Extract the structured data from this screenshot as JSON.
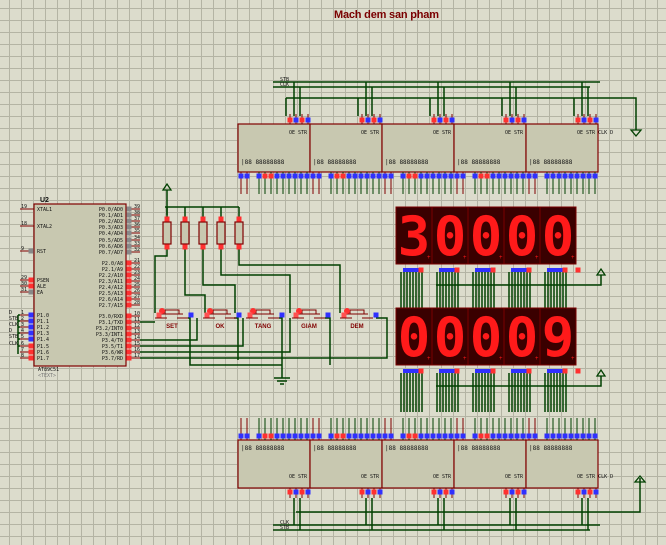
{
  "title": "Mach dem san pham",
  "colors": {
    "background": "#dcdccc",
    "grid": "#b4b4a4",
    "wire": "#004000",
    "component_border": "#800000",
    "component_fill": "#c8c8b0",
    "pin_high": "#ff3030",
    "pin_low": "#3030ff",
    "display_bg": "#3a0000",
    "segment_on": "#ff1a1a",
    "title": "#7a0000"
  },
  "mcu": {
    "ref": "U2",
    "part": "AT89C51",
    "text_placeholder": "<TEXT>",
    "left_pins": [
      {
        "num": "19",
        "name": "XTAL1"
      },
      {
        "num": "18",
        "name": "XTAL2"
      },
      {
        "num": "9",
        "name": "RST"
      },
      {
        "num": "29",
        "name": "PSEN"
      },
      {
        "num": "30",
        "name": "ALE"
      },
      {
        "num": "31",
        "name": "EA"
      },
      {
        "num": "1",
        "name": "P1.0",
        "net": "D"
      },
      {
        "num": "2",
        "name": "P1.1",
        "net": "STB"
      },
      {
        "num": "3",
        "name": "P1.2",
        "net": "CLK"
      },
      {
        "num": "4",
        "name": "P1.3",
        "net": "D"
      },
      {
        "num": "5",
        "name": "P1.4",
        "net": "STB"
      },
      {
        "num": "6",
        "name": "P1.5",
        "net": "CLK"
      },
      {
        "num": "7",
        "name": "P1.6"
      },
      {
        "num": "8",
        "name": "P1.7"
      }
    ],
    "right_pins": [
      {
        "num": "39",
        "name": "P0.0/AD0"
      },
      {
        "num": "38",
        "name": "P0.1/AD1"
      },
      {
        "num": "37",
        "name": "P0.2/AD2"
      },
      {
        "num": "36",
        "name": "P0.3/AD3"
      },
      {
        "num": "35",
        "name": "P0.4/AD4"
      },
      {
        "num": "34",
        "name": "P0.5/AD5"
      },
      {
        "num": "33",
        "name": "P0.6/AD6"
      },
      {
        "num": "32",
        "name": "P0.7/AD7"
      },
      {
        "num": "21",
        "name": "P2.0/A8"
      },
      {
        "num": "22",
        "name": "P2.1/A9"
      },
      {
        "num": "23",
        "name": "P2.2/A10"
      },
      {
        "num": "24",
        "name": "P2.3/A11"
      },
      {
        "num": "25",
        "name": "P2.4/A12"
      },
      {
        "num": "26",
        "name": "P2.5/A13"
      },
      {
        "num": "27",
        "name": "P2.6/A14"
      },
      {
        "num": "28",
        "name": "P2.7/A15"
      },
      {
        "num": "10",
        "name": "P3.0/RXD"
      },
      {
        "num": "11",
        "name": "P3.1/TXD"
      },
      {
        "num": "12",
        "name": "P3.2/INT0"
      },
      {
        "num": "13",
        "name": "P3.3/INT1"
      },
      {
        "num": "14",
        "name": "P3.4/T0"
      },
      {
        "num": "15",
        "name": "P3.5/T1"
      },
      {
        "num": "16",
        "name": "P3.6/WR"
      },
      {
        "num": "17",
        "name": "P3.7/RD"
      }
    ]
  },
  "buttons": [
    {
      "label": "SET"
    },
    {
      "label": "OK"
    },
    {
      "label": "TANG"
    },
    {
      "label": "GIAM"
    },
    {
      "label": "DEM"
    }
  ],
  "displays": {
    "top": {
      "digits": [
        "3",
        "0",
        "0",
        "0",
        "0"
      ]
    },
    "bottom": {
      "digits": [
        "0",
        "0",
        "0",
        "0",
        "9"
      ]
    }
  },
  "shift_registers": {
    "top_bus_labels": [
      "STB",
      "CLK"
    ],
    "bottom_bus_labels": [
      "CLK",
      "STB"
    ],
    "control_pins": [
      "OE",
      "STR",
      "CLK",
      "D"
    ],
    "output_pins_label": "QS Q7 Q6 Q5 Q4 Q3 Q2 Q1 Q0",
    "count_per_row": 5
  },
  "resistor_count": 5
}
